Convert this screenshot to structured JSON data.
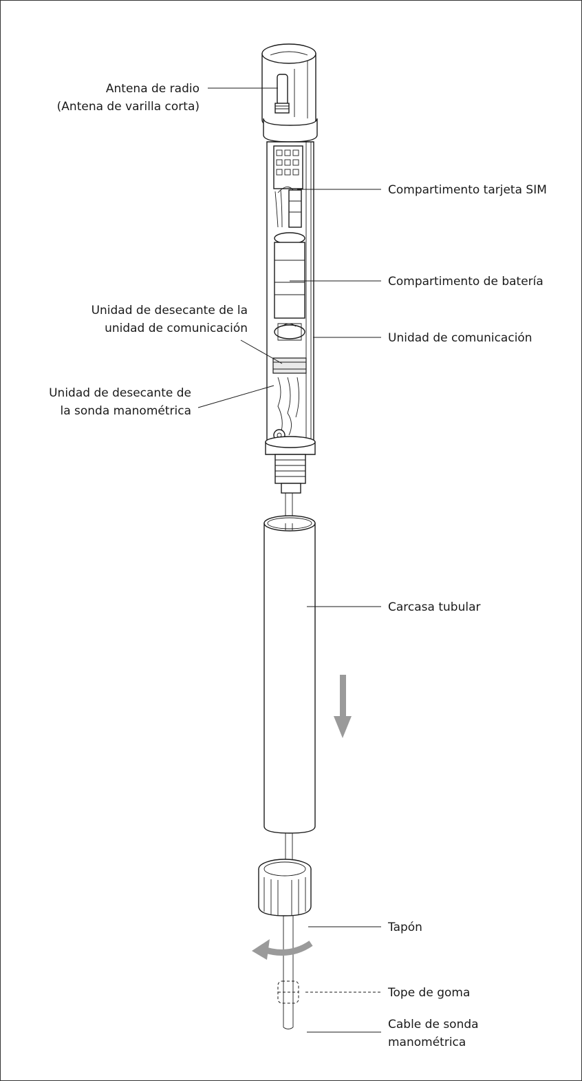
{
  "labels": {
    "antenna_line1": "Antena de radio",
    "antenna_line2": "(Antena de varilla corta)",
    "sim": "Compartimento tarjeta SIM",
    "battery": "Compartimento de batería",
    "desiccant_comm_line1": "Unidad de desecante de la",
    "desiccant_comm_line2": "unidad de comunicación",
    "comm_unit": "Unidad de comunicación",
    "desiccant_probe_line1": "Unidad de desecante de",
    "desiccant_probe_line2": "la sonda manométrica",
    "housing": "Carcasa tubular",
    "cap": "Tapón",
    "rubber_stop": "Tope de goma",
    "cable_line1": "Cable de sonda",
    "cable_line2": "manométrica"
  },
  "colors": {
    "line": "#1a1a1a",
    "arrow": "#9a9a9a",
    "shade": "#e9e9e9"
  },
  "icons": {
    "down_arrow": "down-arrow-icon",
    "rotate_arrow": "rotate-arrow-icon"
  }
}
